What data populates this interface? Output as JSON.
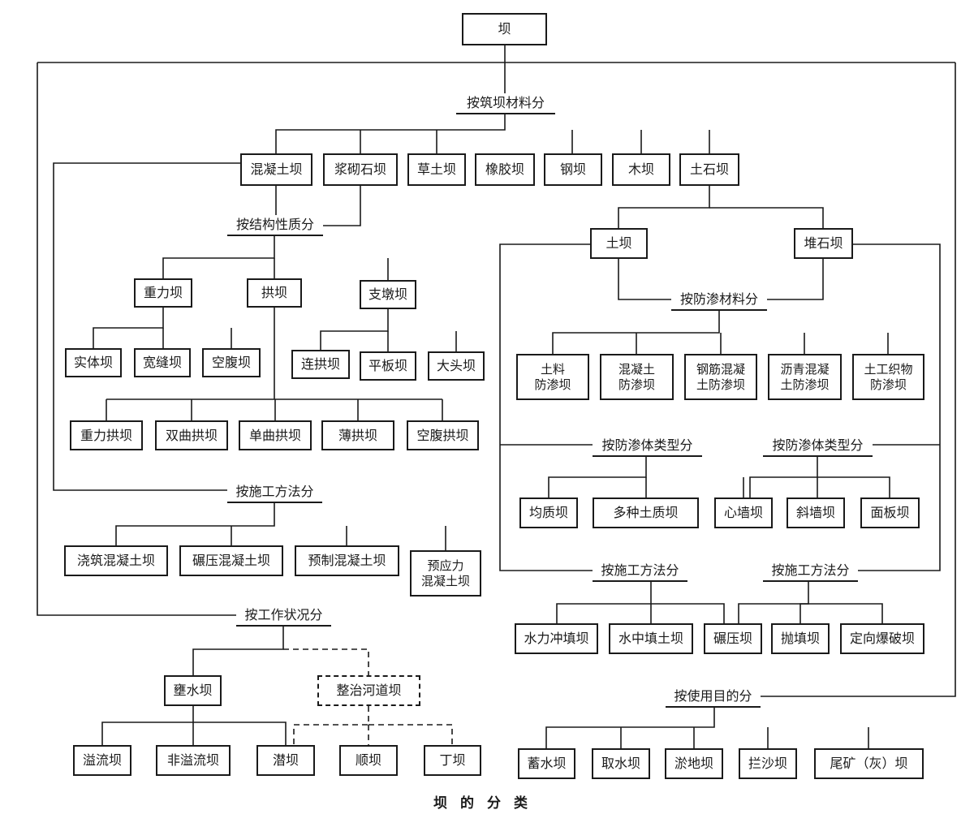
{
  "diagram": {
    "root": "坝",
    "caption": "坝的分类",
    "criteria": {
      "material": "按筑坝材料分",
      "structure": "按结构性质分",
      "concrete_method": "按施工方法分",
      "work": "按工作状况分",
      "seep_material": "按防渗材料分",
      "seep_type_a": "按防渗体类型分",
      "seep_type_b": "按防渗体类型分",
      "earth_method_a": "按施工方法分",
      "earth_method_b": "按施工方法分",
      "purpose": "按使用目的分"
    },
    "nodes": {
      "concrete": "混凝土坝",
      "masonry": "浆砌石坝",
      "grass": "草土坝",
      "rubber": "橡胶坝",
      "steel": "钢坝",
      "wood": "木坝",
      "earthrock": "土石坝",
      "gravity": "重力坝",
      "arch": "拱坝",
      "buttress": "支墩坝",
      "solid": "实体坝",
      "wide_joint": "宽缝坝",
      "hollow": "空腹坝",
      "multi_arch": "连拱坝",
      "flat_slab": "平板坝",
      "massive_head": "大头坝",
      "gravity_arch": "重力拱坝",
      "double_curv": "双曲拱坝",
      "single_curv": "单曲拱坝",
      "thin_arch": "薄拱坝",
      "hollow_arch": "空腹拱坝",
      "cast": "浇筑混凝土坝",
      "rcc": "碾压混凝土坝",
      "precast": "预制混凝土坝",
      "prestressed": "预应力\n混凝土坝",
      "earth": "土坝",
      "rockfill": "堆石坝",
      "seep_soil": "土料\n防渗坝",
      "seep_concrete": "混凝土\n防渗坝",
      "seep_rc": "钢筋混凝\n土防渗坝",
      "seep_asphalt": "沥青混凝\n土防渗坝",
      "seep_geotex": "土工织物\n防渗坝",
      "homogeneous": "均质坝",
      "zoned": "多种土质坝",
      "core": "心墙坝",
      "inclined": "斜墙坝",
      "face": "面板坝",
      "hydraulic_fill": "水力冲填坝",
      "underwater_fill": "水中填土坝",
      "rolled": "碾压坝",
      "dumped": "抛填坝",
      "blasted": "定向爆破坝",
      "retaining": "壅水坝",
      "training": "整治河道坝",
      "overflow": "溢流坝",
      "non_overflow": "非溢流坝",
      "submerged": "潜坝",
      "longitudinal": "顺坝",
      "spur": "丁坝",
      "storage": "蓄水坝",
      "intake": "取水坝",
      "silt": "淤地坝",
      "sand": "拦沙坝",
      "tailings": "尾矿（灰）坝"
    }
  }
}
